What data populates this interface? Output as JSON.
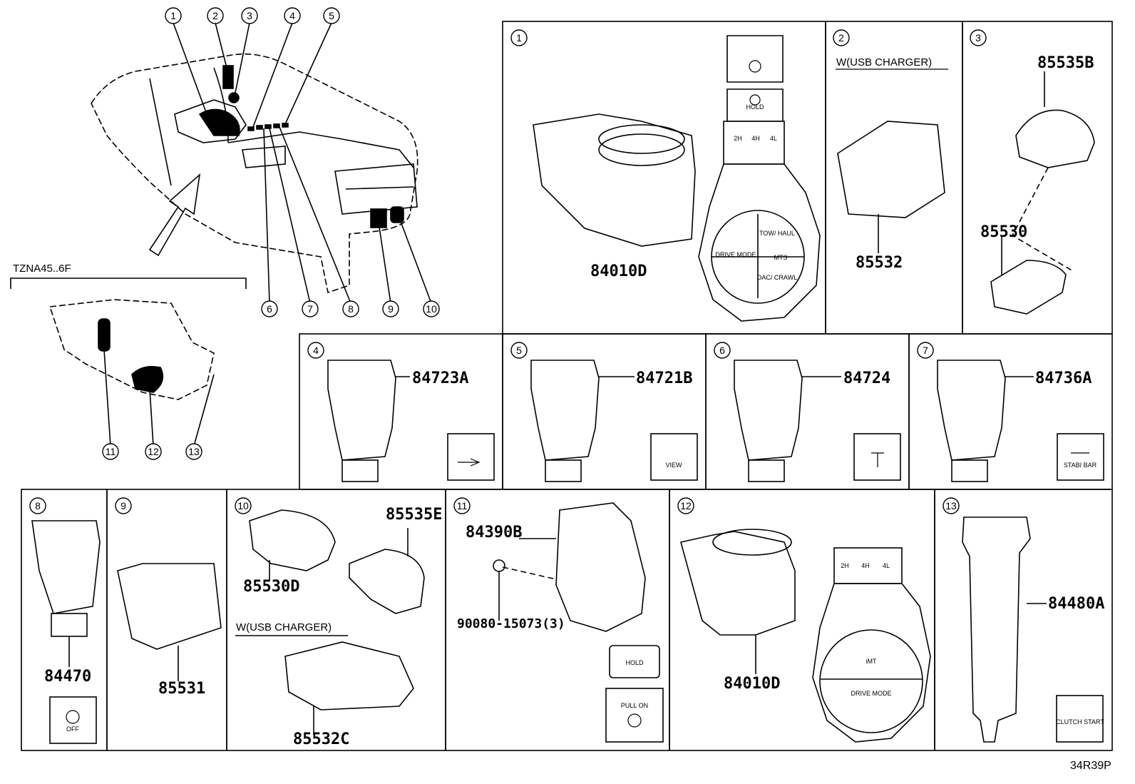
{
  "diagram_code": "34R39P",
  "variant_label": "TZNA45..6F",
  "overview_callouts": [
    "1",
    "2",
    "3",
    "4",
    "5",
    "6",
    "7",
    "8",
    "9",
    "10",
    "11",
    "12",
    "13"
  ],
  "panels": [
    {
      "index": "1",
      "parts": [
        "84010D"
      ],
      "labels": [
        "2H",
        "4H",
        "4L",
        "TOW/ HAUL",
        "DRIVE MODE",
        "MTS",
        "DAC/ CRAWL",
        "HOLD"
      ]
    },
    {
      "index": "2",
      "title": "W(USB CHARGER)",
      "parts": [
        "85532"
      ]
    },
    {
      "index": "3",
      "parts": [
        "85535B",
        "85530"
      ]
    },
    {
      "index": "4",
      "parts": [
        "84723A"
      ]
    },
    {
      "index": "5",
      "parts": [
        "84721B"
      ],
      "labels": [
        "VIEW"
      ]
    },
    {
      "index": "6",
      "parts": [
        "84724"
      ]
    },
    {
      "index": "7",
      "parts": [
        "84736A"
      ],
      "labels": [
        "STABI BAR"
      ]
    },
    {
      "index": "8",
      "parts": [
        "84470"
      ],
      "labels": [
        "OFF"
      ]
    },
    {
      "index": "9",
      "parts": [
        "85531"
      ]
    },
    {
      "index": "10",
      "title": "W(USB CHARGER)",
      "parts": [
        "85530D",
        "85535E",
        "85532C"
      ]
    },
    {
      "index": "11",
      "parts": [
        "84390B",
        "90080-15073(3)"
      ],
      "labels": [
        "HOLD",
        "PULL ON"
      ]
    },
    {
      "index": "12",
      "parts": [
        "84010D"
      ],
      "labels": [
        "2H",
        "4H",
        "4L",
        "iMT",
        "DRIVE MODE"
      ]
    },
    {
      "index": "13",
      "parts": [
        "84480A"
      ],
      "labels": [
        "CLUTCH START"
      ]
    }
  ]
}
